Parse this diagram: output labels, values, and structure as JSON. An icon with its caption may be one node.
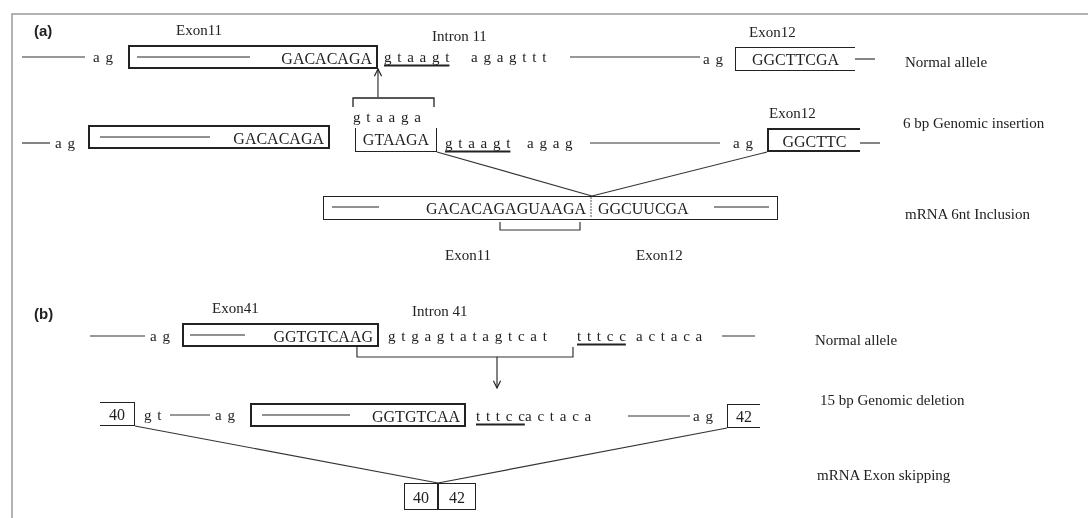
{
  "diagram": {
    "nodes": [
      {
        "text": [
          "Exon11",
          "GACACAGA"
        ]
      },
      {
        "text": [
          "Exon12",
          "GGCTTCGA"
        ]
      },
      {
        "text": [
          "g t a a g a"
        ]
      },
      {
        "text": [
          "GTAAGA"
        ]
      },
      {
        "text": [
          "GACACAGA"
        ]
      },
      {
        "text": [
          "Exon12",
          "GGCTTC"
        ]
      },
      {
        "text": [
          "GACACAGAGUAAGA",
          "GGCUUCGA"
        ]
      },
      {
        "text": [
          "Exon41",
          "GGTGTCAAG"
        ]
      },
      {
        "text": [
          "40"
        ]
      },
      {
        "text": [
          "GGTGTCAA"
        ]
      },
      {
        "text": [
          "42"
        ]
      },
      {
        "text": [
          "40"
        ]
      },
      {
        "text": [
          "42"
        ]
      }
    ],
    "edges": [
      {
        "from": 2,
        "to": 0,
        "arrow": "to"
      },
      {
        "from": 3,
        "to": 6,
        "arrow": "none"
      },
      {
        "from": 5,
        "to": 6,
        "arrow": "none"
      },
      {
        "from": 7,
        "to": null,
        "arrow": "to"
      },
      {
        "from": 8,
        "to": 11,
        "arrow": "none"
      },
      {
        "from": 10,
        "to": 12,
        "arrow": "none"
      }
    ],
    "labels": [
      "(a)",
      "Intron 11",
      "a g",
      "g t a a g t",
      "a g a g t t t",
      "a g",
      "Normal allele",
      "a g",
      "g t a a g t",
      "a g a g",
      "a g",
      "6 bp Genomic insertion",
      "mRNA 6nt Inclusion",
      "Exon11",
      "Exon12",
      "(b)",
      "Intron 41",
      "a g",
      "g t g a g t a t a g t c a t",
      "t t t c c",
      "a c t a c a",
      "Normal allele",
      "g t",
      "a g",
      "t t t c c",
      "a c t a c a",
      "a g",
      "15 bp Genomic deletion",
      "mRNA Exon skipping"
    ]
  }
}
